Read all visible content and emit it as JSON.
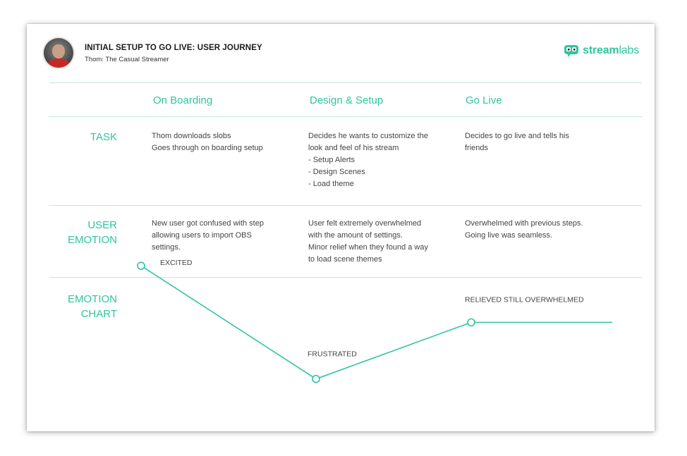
{
  "header": {
    "title": "INITIAL SETUP TO GO LIVE: USER JOURNEY",
    "subtitle": "Thom: The Casual Streamer",
    "logo_bold": "stream",
    "logo_light": "labs"
  },
  "columns": [
    "On Boarding",
    "Design & Setup",
    "Go Live"
  ],
  "rows": {
    "task": {
      "label_lines": [
        "TASK"
      ],
      "cells": [
        [
          "Thom downloads slobs",
          "Goes through on boarding setup"
        ],
        [
          "Decides he wants to customize the",
          "look and feel of his stream",
          "- Setup Alerts",
          "- Design Scenes",
          "- Load theme"
        ],
        [
          "Decides to go live and tells his",
          "friends"
        ]
      ]
    },
    "emotion": {
      "label_lines": [
        "USER",
        "EMOTION"
      ],
      "cells": [
        [
          "New user got confused with step",
          "allowing users to import OBS",
          "settings."
        ],
        [
          "User felt extremely overwhelmed",
          "with the amount of settings.",
          "Minor relief when they found a way",
          "to load scene themes"
        ],
        [
          "Overwhelmed with previous steps.",
          "Going live was seamless."
        ]
      ]
    },
    "chart": {
      "label_lines": [
        "EMOTION",
        "CHART"
      ]
    }
  },
  "colors": {
    "accent": "#31c3a2",
    "divider": "#bfe8dc",
    "text": "#444444"
  },
  "chart_data": {
    "type": "line",
    "categories": [
      "On Boarding",
      "Design & Setup",
      "Go Live"
    ],
    "values": [
      3,
      1,
      2
    ],
    "ylim": [
      0,
      3.2
    ],
    "point_labels": [
      "EXCITED",
      "FRUSTRATED",
      "RELIEVED STILL OVERWHELMED"
    ],
    "extends_right": true,
    "grid": false,
    "legend": "none"
  }
}
